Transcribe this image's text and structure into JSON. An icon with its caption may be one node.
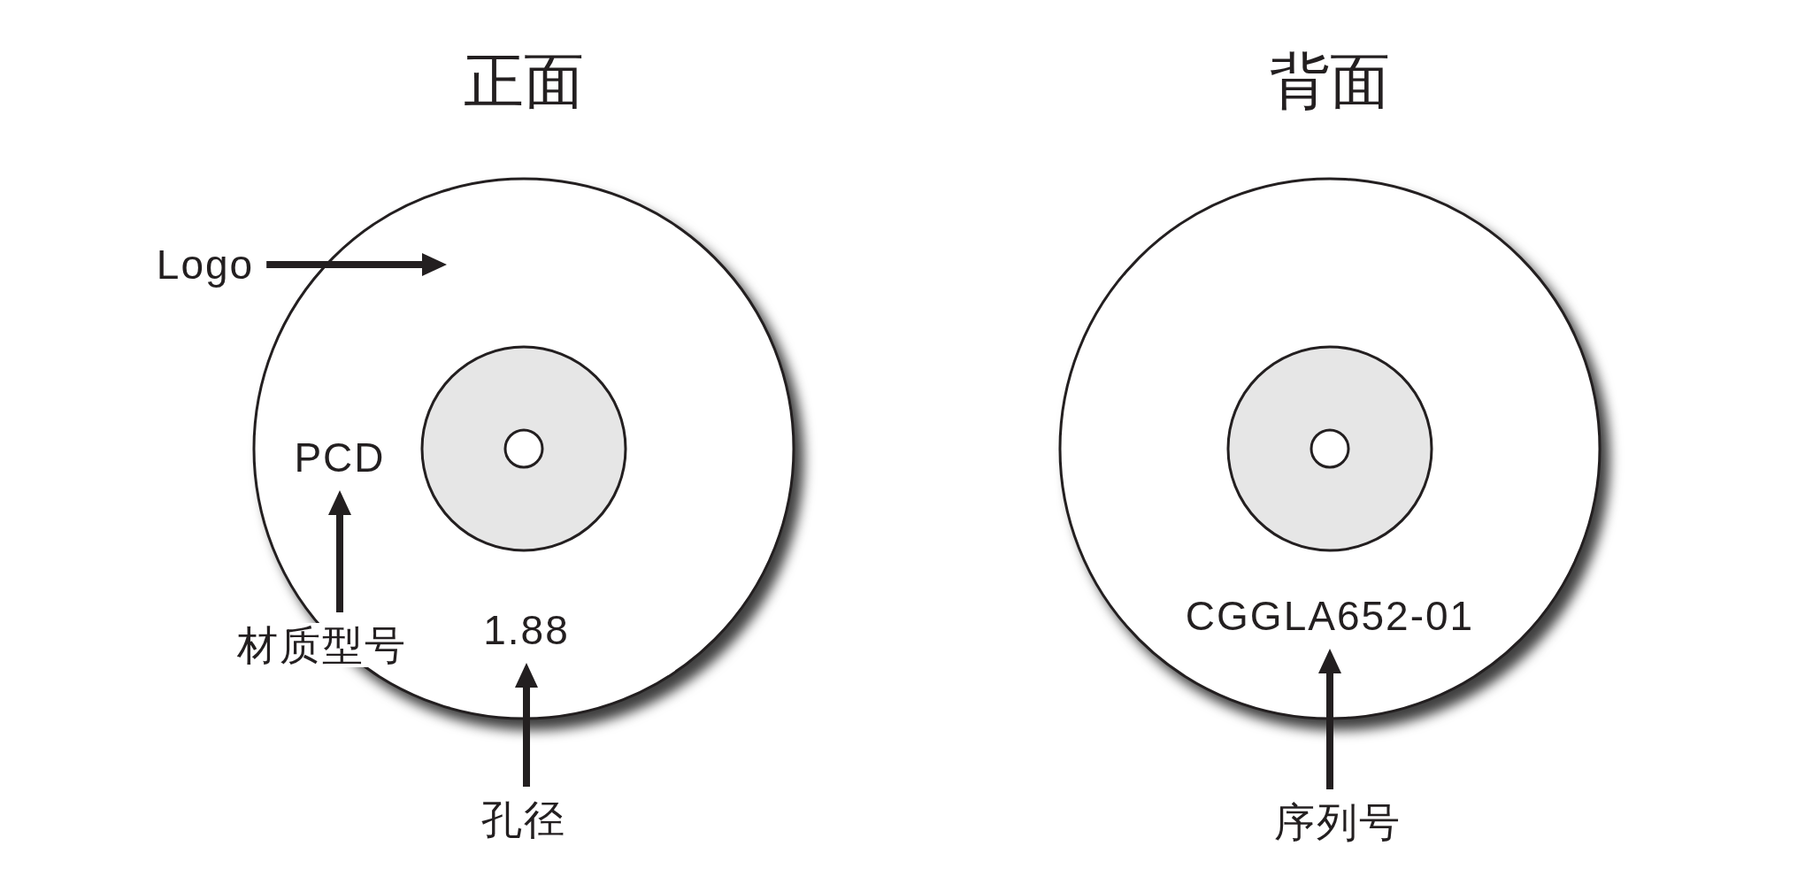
{
  "diagram": {
    "nodes": [
      {
        "text": [
          "正面"
        ]
      },
      {
        "text": [
          "背面"
        ]
      },
      {
        "text": [
          "PCD"
        ],
        "in": 0
      },
      {
        "text": [
          "1.88"
        ],
        "in": 0
      },
      {
        "text": [
          "CGGLA652-01"
        ],
        "in": 1
      },
      {
        "text": [
          "Logo"
        ]
      },
      {
        "text": [
          "材质型号"
        ]
      },
      {
        "text": [
          "孔径"
        ]
      },
      {
        "text": [
          "序列号"
        ]
      }
    ],
    "edges": [
      {
        "from": 5,
        "to": 0,
        "arrow": "to"
      },
      {
        "from": 6,
        "to": 2,
        "arrow": "to"
      },
      {
        "from": 7,
        "to": 3,
        "arrow": "to"
      },
      {
        "from": 8,
        "to": 4,
        "arrow": "to"
      }
    ]
  }
}
